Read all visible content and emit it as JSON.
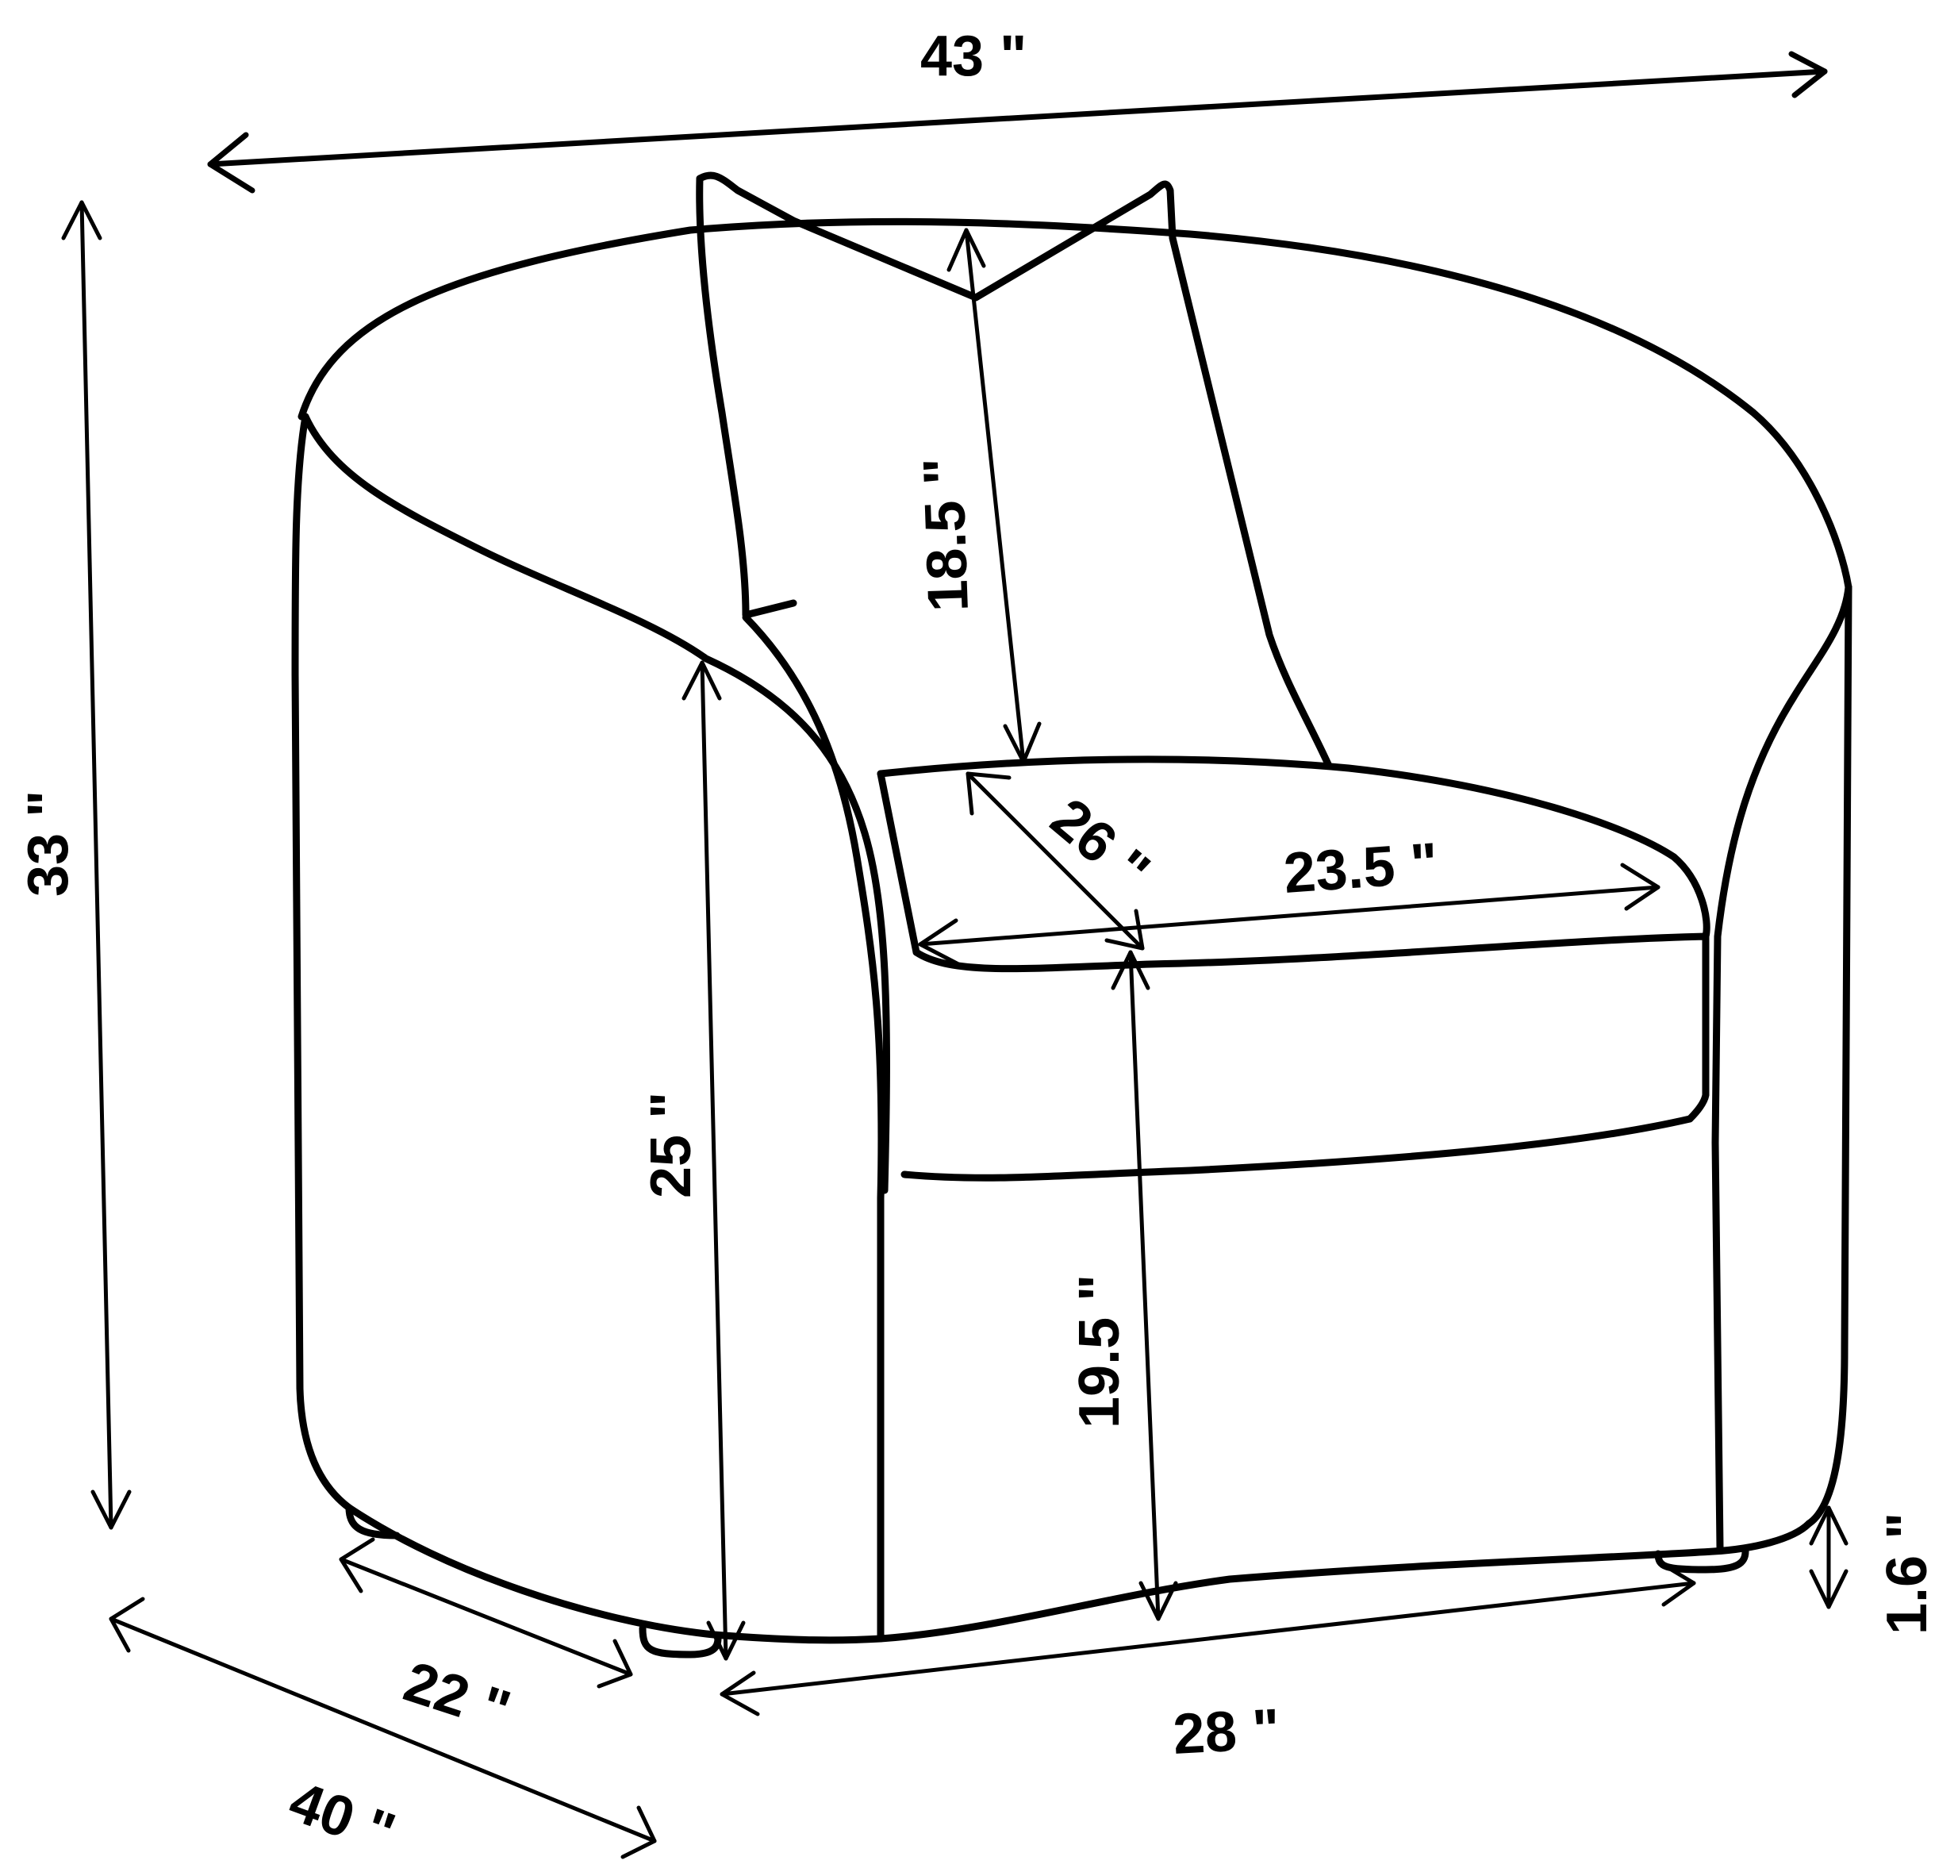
{
  "diagram": {
    "subject": "barrel armchair with accent pillow",
    "style": "black line drawing on white background",
    "line_color": "#000000",
    "background_color": "#ffffff"
  },
  "dimensions": {
    "overall_width": "43 \"",
    "overall_height": "33 \"",
    "pillow_height": "18.5 \"",
    "seat_depth": "26 \"",
    "seat_width": "23.5 \"",
    "arm_height": "25 \"",
    "seat_height": "19.5 \"",
    "leg_height": "1.6 \"",
    "arm_width": "22 \"",
    "front_width": "28 \"",
    "overall_depth": "40 \""
  }
}
